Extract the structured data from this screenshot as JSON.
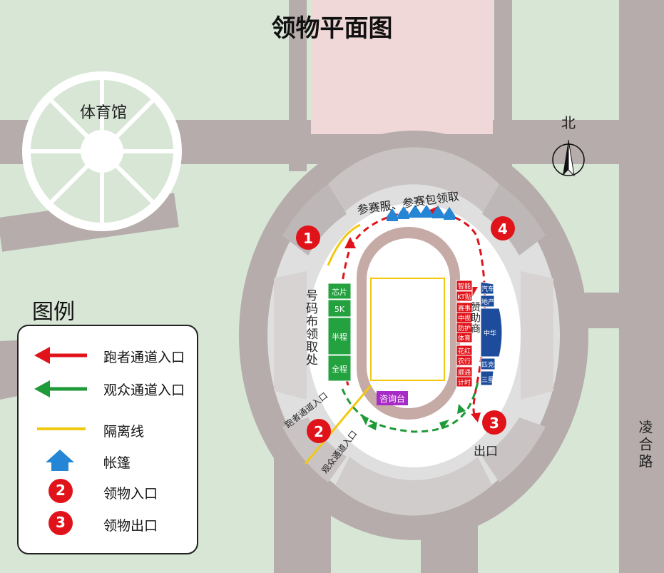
{
  "title": "领物平面图",
  "gym_label": "体育馆",
  "north_label": "北",
  "road_label": "凌合路",
  "tent_area_label": "参赛服、参赛包领取",
  "bib_label": "号码布领取处",
  "sponsor_label": "赞助商",
  "info_desk_label": "咨询台",
  "exit_label": "出口",
  "runner_entrance_label": "跑者通道入口",
  "spectator_entrance_label": "观众通道入口",
  "markers": [
    "1",
    "2",
    "3",
    "4"
  ],
  "bib_booths": [
    "芯片",
    "5K",
    "半程",
    "全程"
  ],
  "red_booths": [
    "智能",
    "KT贴",
    "赛事",
    "中视",
    "防护",
    "体育",
    "花红",
    "农行",
    "顺通",
    "计时"
  ],
  "blue_booths": [
    "汽车",
    "地产",
    "中华",
    "匹克",
    "三星"
  ],
  "legend": {
    "title": "图例",
    "items": [
      {
        "icon": "red-arrow-icon",
        "text": "跑者通道入口"
      },
      {
        "icon": "green-arrow-icon",
        "text": "观众通道入口"
      },
      {
        "icon": "yellow-line-icon",
        "text": "隔离线"
      },
      {
        "icon": "tent-icon",
        "text": "帐篷"
      },
      {
        "icon": "entrance-marker-icon",
        "num": "2",
        "text": "领物入口"
      },
      {
        "icon": "exit-marker-icon",
        "num": "3",
        "text": "领物出口"
      }
    ]
  },
  "colors": {
    "background": "#d8e6d6",
    "road": "#b5acab",
    "stands_light": "#dddddd",
    "stands_dark": "#c2bcbc",
    "track": "#c5aaa6",
    "red": "#e0131a",
    "green": "#1f9a38",
    "yellow": "#f2c811",
    "blue": "#2486d4",
    "navy": "#1d4c9c",
    "purple": "#a72bc6"
  }
}
